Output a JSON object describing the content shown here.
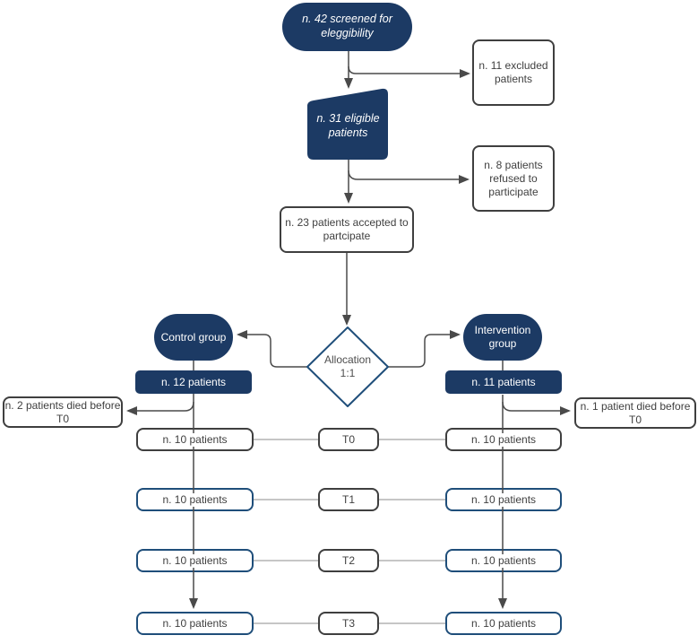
{
  "title": "Patient enrollment flow diagram",
  "colors": {
    "navy_fill": "#1c3a64",
    "blue_border": "#1f4e7a",
    "dark_stroke": "#4a4a4a",
    "box_border": "#3f3f3f",
    "light_connector": "#b3b3b3",
    "text_dark": "#404040",
    "text_white": "#ffffff"
  },
  "nodes": {
    "screened": {
      "label": "n. 42 screened for\neleggibility"
    },
    "excluded": {
      "label": "n. 11 excluded\npatients"
    },
    "eligible": {
      "label": "n. 31 eligible\npatients"
    },
    "refused": {
      "label": "n. 8 patients\nrefused to\nparticipate"
    },
    "accepted": {
      "label": "n. 23 patients accepted to\npartcipate"
    },
    "allocation": {
      "label": "Allocation\n1:1"
    },
    "control_group": {
      "label": "Control group"
    },
    "intervention_group": {
      "label": "Intervention\ngroup"
    },
    "control_count": {
      "label": "n. 12 patients"
    },
    "intervention_count": {
      "label": "n. 11 patients"
    },
    "control_died": {
      "label": "n. 2 patients died before\nT0"
    },
    "intervention_died": {
      "label": "n. 1 patient died before\nT0"
    }
  },
  "timepoints": [
    {
      "time": "T0",
      "control": "n. 10 patients",
      "intervention": "n. 10 patients"
    },
    {
      "time": "T1",
      "control": "n. 10 patients",
      "intervention": "n. 10 patients"
    },
    {
      "time": "T2",
      "control": "n. 10 patients",
      "intervention": "n. 10 patients"
    },
    {
      "time": "T3",
      "control": "n. 10 patients",
      "intervention": "n. 10 patients"
    }
  ]
}
